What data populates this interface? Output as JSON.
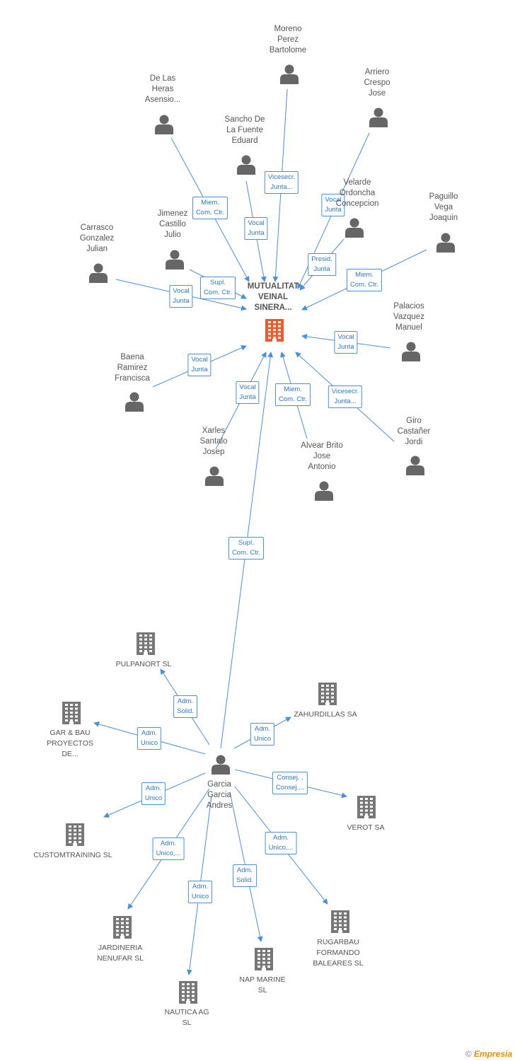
{
  "main_company": {
    "name_lines": [
      "MUTUALITAT",
      "VEINAL",
      "SINERA..."
    ]
  },
  "people": [
    {
      "id": "moreno",
      "lines": [
        "Moreno",
        "Perez",
        "Bartolome"
      ]
    },
    {
      "id": "delasheras",
      "lines": [
        "De Las",
        "Heras",
        "Asensio..."
      ]
    },
    {
      "id": "arriero",
      "lines": [
        "Arriero",
        "Crespo",
        "Jose"
      ]
    },
    {
      "id": "sancho",
      "lines": [
        "Sancho De",
        "La Fuente",
        "Eduard"
      ]
    },
    {
      "id": "velarde",
      "lines": [
        "Velarde",
        "Ordoncha",
        "Concepcion"
      ]
    },
    {
      "id": "paguillo",
      "lines": [
        "Paguillo",
        "Vega",
        "Joaquin"
      ]
    },
    {
      "id": "jimenez",
      "lines": [
        "Jimenez",
        "Castillo",
        "Julio"
      ]
    },
    {
      "id": "carrasco",
      "lines": [
        "Carrasco",
        "Gonzalez",
        "Julian"
      ]
    },
    {
      "id": "palacios",
      "lines": [
        "Palacios",
        "Vazquez",
        "Manuel"
      ]
    },
    {
      "id": "baena",
      "lines": [
        "Baena",
        "Ramirez",
        "Francisca"
      ]
    },
    {
      "id": "giro",
      "lines": [
        "Giro",
        "Castañer",
        "Jordi"
      ]
    },
    {
      "id": "xarles",
      "lines": [
        "Xarles",
        "Santalo",
        "Josep"
      ]
    },
    {
      "id": "alvear",
      "lines": [
        "Alvear Brito",
        "Jose",
        "Antonio"
      ]
    },
    {
      "id": "garcia",
      "lines": [
        "Garcia",
        "Garcia",
        "Andres"
      ]
    }
  ],
  "companies": [
    {
      "id": "pulpanort",
      "lines": [
        "PULPANORT  SL"
      ]
    },
    {
      "id": "zahurdillas",
      "lines": [
        "ZAHURDILLAS SA"
      ]
    },
    {
      "id": "garbau",
      "lines": [
        "GAR & BAU",
        "PROYECTOS",
        "DE..."
      ]
    },
    {
      "id": "verot",
      "lines": [
        "VEROT SA"
      ]
    },
    {
      "id": "customtraining",
      "lines": [
        "CUSTOMTRAINING SL"
      ]
    },
    {
      "id": "jardineria",
      "lines": [
        "JARDINERIA",
        "NENUFAR SL"
      ]
    },
    {
      "id": "rugarbau",
      "lines": [
        "RUGARBAU",
        "FORMANDO",
        "BALEARES SL"
      ]
    },
    {
      "id": "napmarine",
      "lines": [
        "NAP MARINE",
        "SL"
      ]
    },
    {
      "id": "nautica",
      "lines": [
        "NAUTICA AG",
        "SL"
      ]
    }
  ],
  "edges": [
    {
      "from": "moreno",
      "to": "main",
      "label": [
        "Vicesecr.",
        "Junta..."
      ]
    },
    {
      "from": "delasheras",
      "to": "main",
      "label": [
        "Miem.",
        "Com. Ctr."
      ]
    },
    {
      "from": "arriero",
      "to": "main",
      "label": [
        "Vocal",
        "Junta"
      ]
    },
    {
      "from": "sancho",
      "to": "main",
      "label": [
        "Vocal",
        "Junta"
      ]
    },
    {
      "from": "velarde",
      "to": "main",
      "label": [
        "Presid.",
        "Junta"
      ]
    },
    {
      "from": "paguillo",
      "to": "main",
      "label": [
        "Miem.",
        "Com. Ctr."
      ]
    },
    {
      "from": "jimenez",
      "to": "main",
      "label": [
        "Supl.",
        "Com. Ctr."
      ]
    },
    {
      "from": "carrasco",
      "to": "main",
      "label": [
        "Vocal",
        "Junta"
      ]
    },
    {
      "from": "palacios",
      "to": "main",
      "label": [
        "Vocal",
        "Junta"
      ]
    },
    {
      "from": "baena",
      "to": "main",
      "label": [
        "Vocal",
        "Junta"
      ]
    },
    {
      "from": "xarles",
      "to": "main",
      "label": [
        "Vocal",
        "Junta"
      ]
    },
    {
      "from": "alvear",
      "to": "main",
      "label": [
        "Miem.",
        "Com. Ctr."
      ]
    },
    {
      "from": "giro",
      "to": "main",
      "label": [
        "Vicesecr.",
        "Junta..."
      ]
    },
    {
      "from": "garcia",
      "to": "main",
      "label": [
        "Supl.",
        "Com. Ctr."
      ]
    },
    {
      "from": "garcia",
      "to": "pulpanort",
      "label": [
        "Adm.",
        "Solid."
      ]
    },
    {
      "from": "garcia",
      "to": "zahurdillas",
      "label": [
        "Adm.",
        "Unico"
      ]
    },
    {
      "from": "garcia",
      "to": "garbau",
      "label": [
        "Adm.",
        "Unico"
      ]
    },
    {
      "from": "garcia",
      "to": "verot",
      "label": [
        "Consej. ,",
        "Consej...."
      ]
    },
    {
      "from": "garcia",
      "to": "customtraining",
      "label": [
        "Adm.",
        "Unico"
      ]
    },
    {
      "from": "garcia",
      "to": "jardineria",
      "label": [
        "Adm.",
        "Unico,..."
      ]
    },
    {
      "from": "garcia",
      "to": "rugarbau",
      "label": [
        "Adm.",
        "Unico,..."
      ]
    },
    {
      "from": "garcia",
      "to": "napmarine",
      "label": [
        "Adm.",
        "Solid."
      ]
    },
    {
      "from": "garcia",
      "to": "nautica",
      "label": [
        "Adm.",
        "Unico"
      ]
    }
  ],
  "colors": {
    "edge": "#4a90d9",
    "person": "#666666",
    "company": "#777777",
    "main": "#f05a28"
  },
  "brand": {
    "copyright": "©",
    "name": "Empresia"
  }
}
